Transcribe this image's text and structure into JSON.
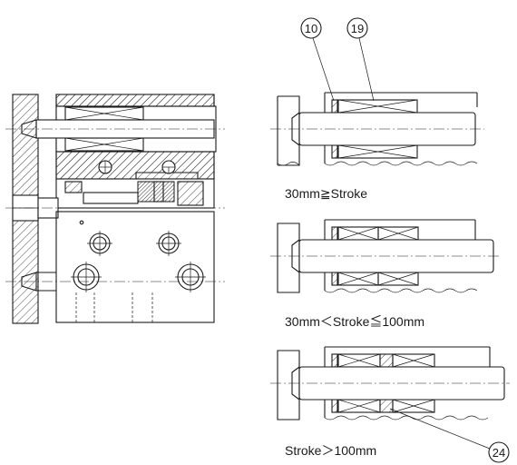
{
  "captions": {
    "stroke_short": "30mm≧Stroke",
    "stroke_mid": "30mm＜Stroke≦100mm",
    "stroke_long": "Stroke＞100mm"
  },
  "callouts": {
    "part_10": "10",
    "part_19": "19",
    "part_24": "24"
  }
}
